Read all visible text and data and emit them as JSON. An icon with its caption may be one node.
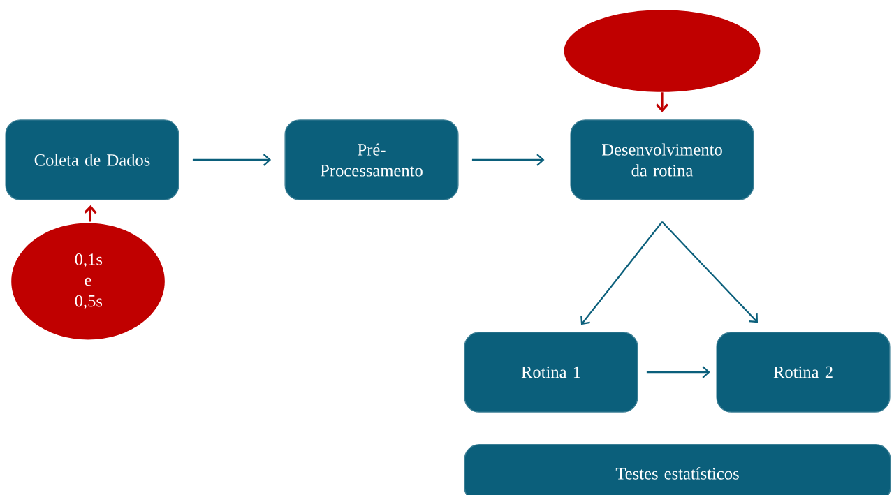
{
  "diagram": {
    "nodes": [
      {
        "text": [
          "Coleta de Dados"
        ]
      },
      {
        "text": [
          "0,1s e 0,5s"
        ]
      },
      {
        "text": [
          "Pré-Processamento"
        ]
      },
      {
        "text": [],
        "shape": "ellipse"
      },
      {
        "text": [
          "Desenvolvimento da rotina"
        ]
      },
      {
        "text": [
          "Rotina 1"
        ]
      },
      {
        "text": [
          "Rotina 2"
        ]
      },
      {
        "text": [
          "Testes estatísticos"
        ]
      }
    ],
    "edges": [
      {
        "from": 0,
        "to": 2,
        "arrow": "to"
      },
      {
        "from": 2,
        "to": 4,
        "arrow": "to"
      },
      {
        "from": 3,
        "to": 4,
        "arrow": "to",
        "color": "#c00000"
      },
      {
        "from": 1,
        "to": 0,
        "arrow": "to",
        "color": "#c00000"
      },
      {
        "from": 4,
        "to": 5,
        "arrow": "to"
      },
      {
        "from": 4,
        "to": 6,
        "arrow": "to"
      },
      {
        "from": 5,
        "to": 6,
        "arrow": "to"
      }
    ]
  }
}
